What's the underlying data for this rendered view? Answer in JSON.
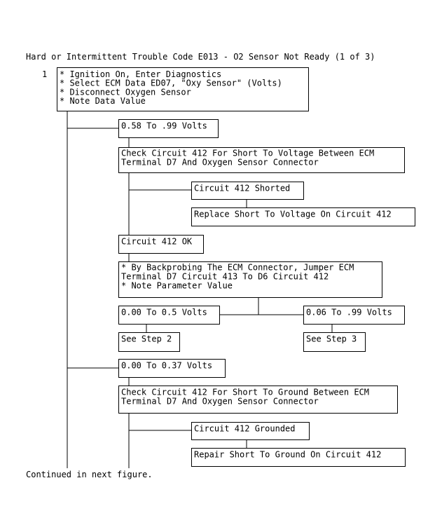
{
  "title": "Hard or Intermittent Trouble Code E013 - O2 Sensor Not Ready (1 of 3)",
  "step_number": "1",
  "footer": "Continued in next figure.",
  "boxes": {
    "step1": [
      "* Ignition On, Enter Diagnostics",
      "* Select ECM Data ED07, \"Oxy Sensor\" (Volts)",
      "* Disconnect Oxygen Sensor",
      "* Note Data Value"
    ],
    "high_volts": [
      "0.58 To .99 Volts"
    ],
    "check_short_voltage": [
      "Check Circuit 412 For Short To Voltage Between ECM",
      "Terminal D7 And Oxygen Sensor Connector"
    ],
    "shorted": [
      "Circuit 412 Shorted"
    ],
    "replace_short": [
      "Replace Short To Voltage On Circuit 412"
    ],
    "ok": [
      "Circuit 412 OK"
    ],
    "backprobe": [
      "* By Backprobing The ECM Connector, Jumper ECM",
      "  Terminal D7 Circuit 413 To D6 Circuit 412",
      "* Note Parameter Value"
    ],
    "low_range": [
      "0.00 To 0.5 Volts"
    ],
    "high_range": [
      "0.06 To .99 Volts"
    ],
    "see_step2": [
      "See Step 2"
    ],
    "see_step3": [
      "See Step 3"
    ],
    "low_volts": [
      "0.00 To 0.37 Volts"
    ],
    "check_short_ground": [
      "Check Circuit 412 For Short To Ground Between ECM",
      "Terminal D7 And Oxygen Sensor Connector"
    ],
    "grounded": [
      "Circuit 412 Grounded"
    ],
    "repair_ground": [
      "Repair Short To Ground On Circuit 412"
    ]
  }
}
